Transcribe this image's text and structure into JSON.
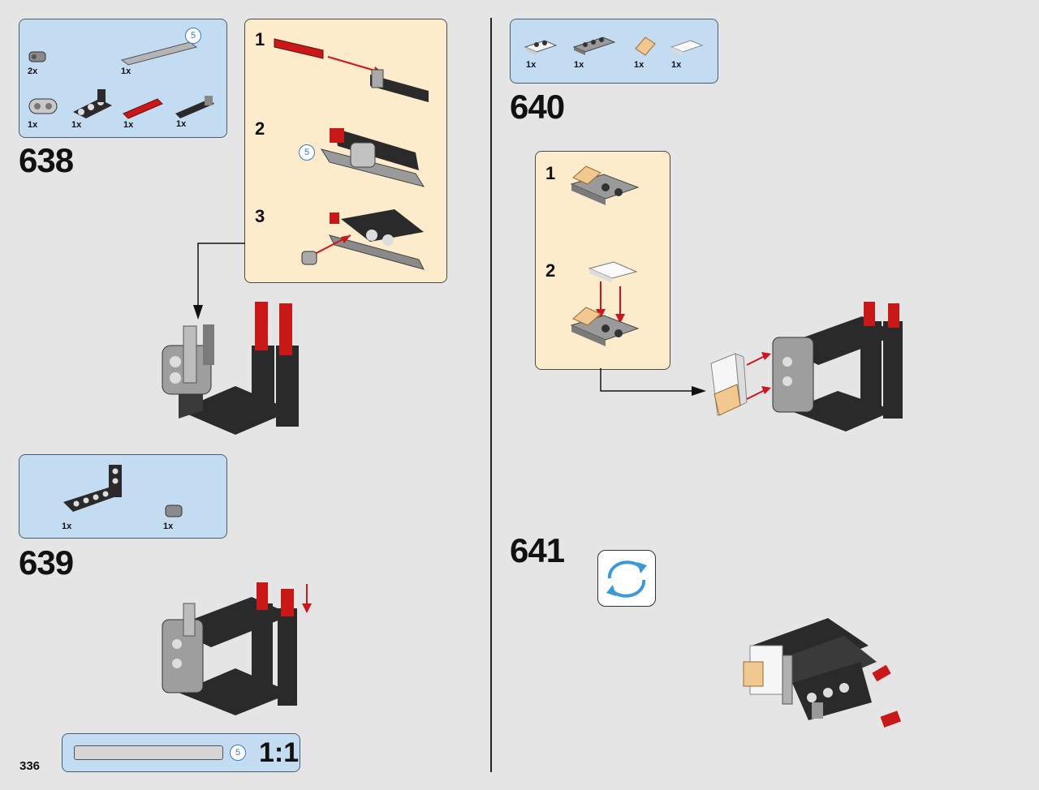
{
  "page_number": "336",
  "scale": {
    "label": "1:1",
    "length": "5"
  },
  "steps": {
    "s638": {
      "number": "638",
      "parts": [
        {
          "qty": "2x",
          "icon": "bush-icon"
        },
        {
          "qty": "1x",
          "icon": "axle-5-icon",
          "length": "5"
        },
        {
          "qty": "1x",
          "icon": "liftarm-2-icon"
        },
        {
          "qty": "1x",
          "icon": "liftarm-3x3-icon"
        },
        {
          "qty": "1x",
          "icon": "red-axle-pin-icon"
        },
        {
          "qty": "1x",
          "icon": "black-pin-icon"
        }
      ],
      "substeps": [
        "1",
        "2",
        "3"
      ],
      "sub_length": "5"
    },
    "s639": {
      "number": "639",
      "parts": [
        {
          "qty": "1x",
          "icon": "l-beam-icon"
        },
        {
          "qty": "1x",
          "icon": "bush-icon"
        }
      ]
    },
    "s640": {
      "number": "640",
      "parts": [
        {
          "qty": "1x",
          "icon": "plate-1x2-icon"
        },
        {
          "qty": "1x",
          "icon": "plate-1x3-icon"
        },
        {
          "qty": "1x",
          "icon": "slope-trans-orange-icon"
        },
        {
          "qty": "1x",
          "icon": "tile-trans-clear-icon"
        }
      ],
      "substeps": [
        "1",
        "2"
      ]
    },
    "s641": {
      "number": "641",
      "icon": "rotate-model-icon"
    }
  },
  "colors": {
    "parts_bg": "#c4dcf2",
    "sub_bg": "#fdeccb",
    "arrow": "#d0131d",
    "brick_red": "#c81818",
    "brick_dark": "#2a2a2a",
    "brick_grey": "#a6a6a6"
  }
}
